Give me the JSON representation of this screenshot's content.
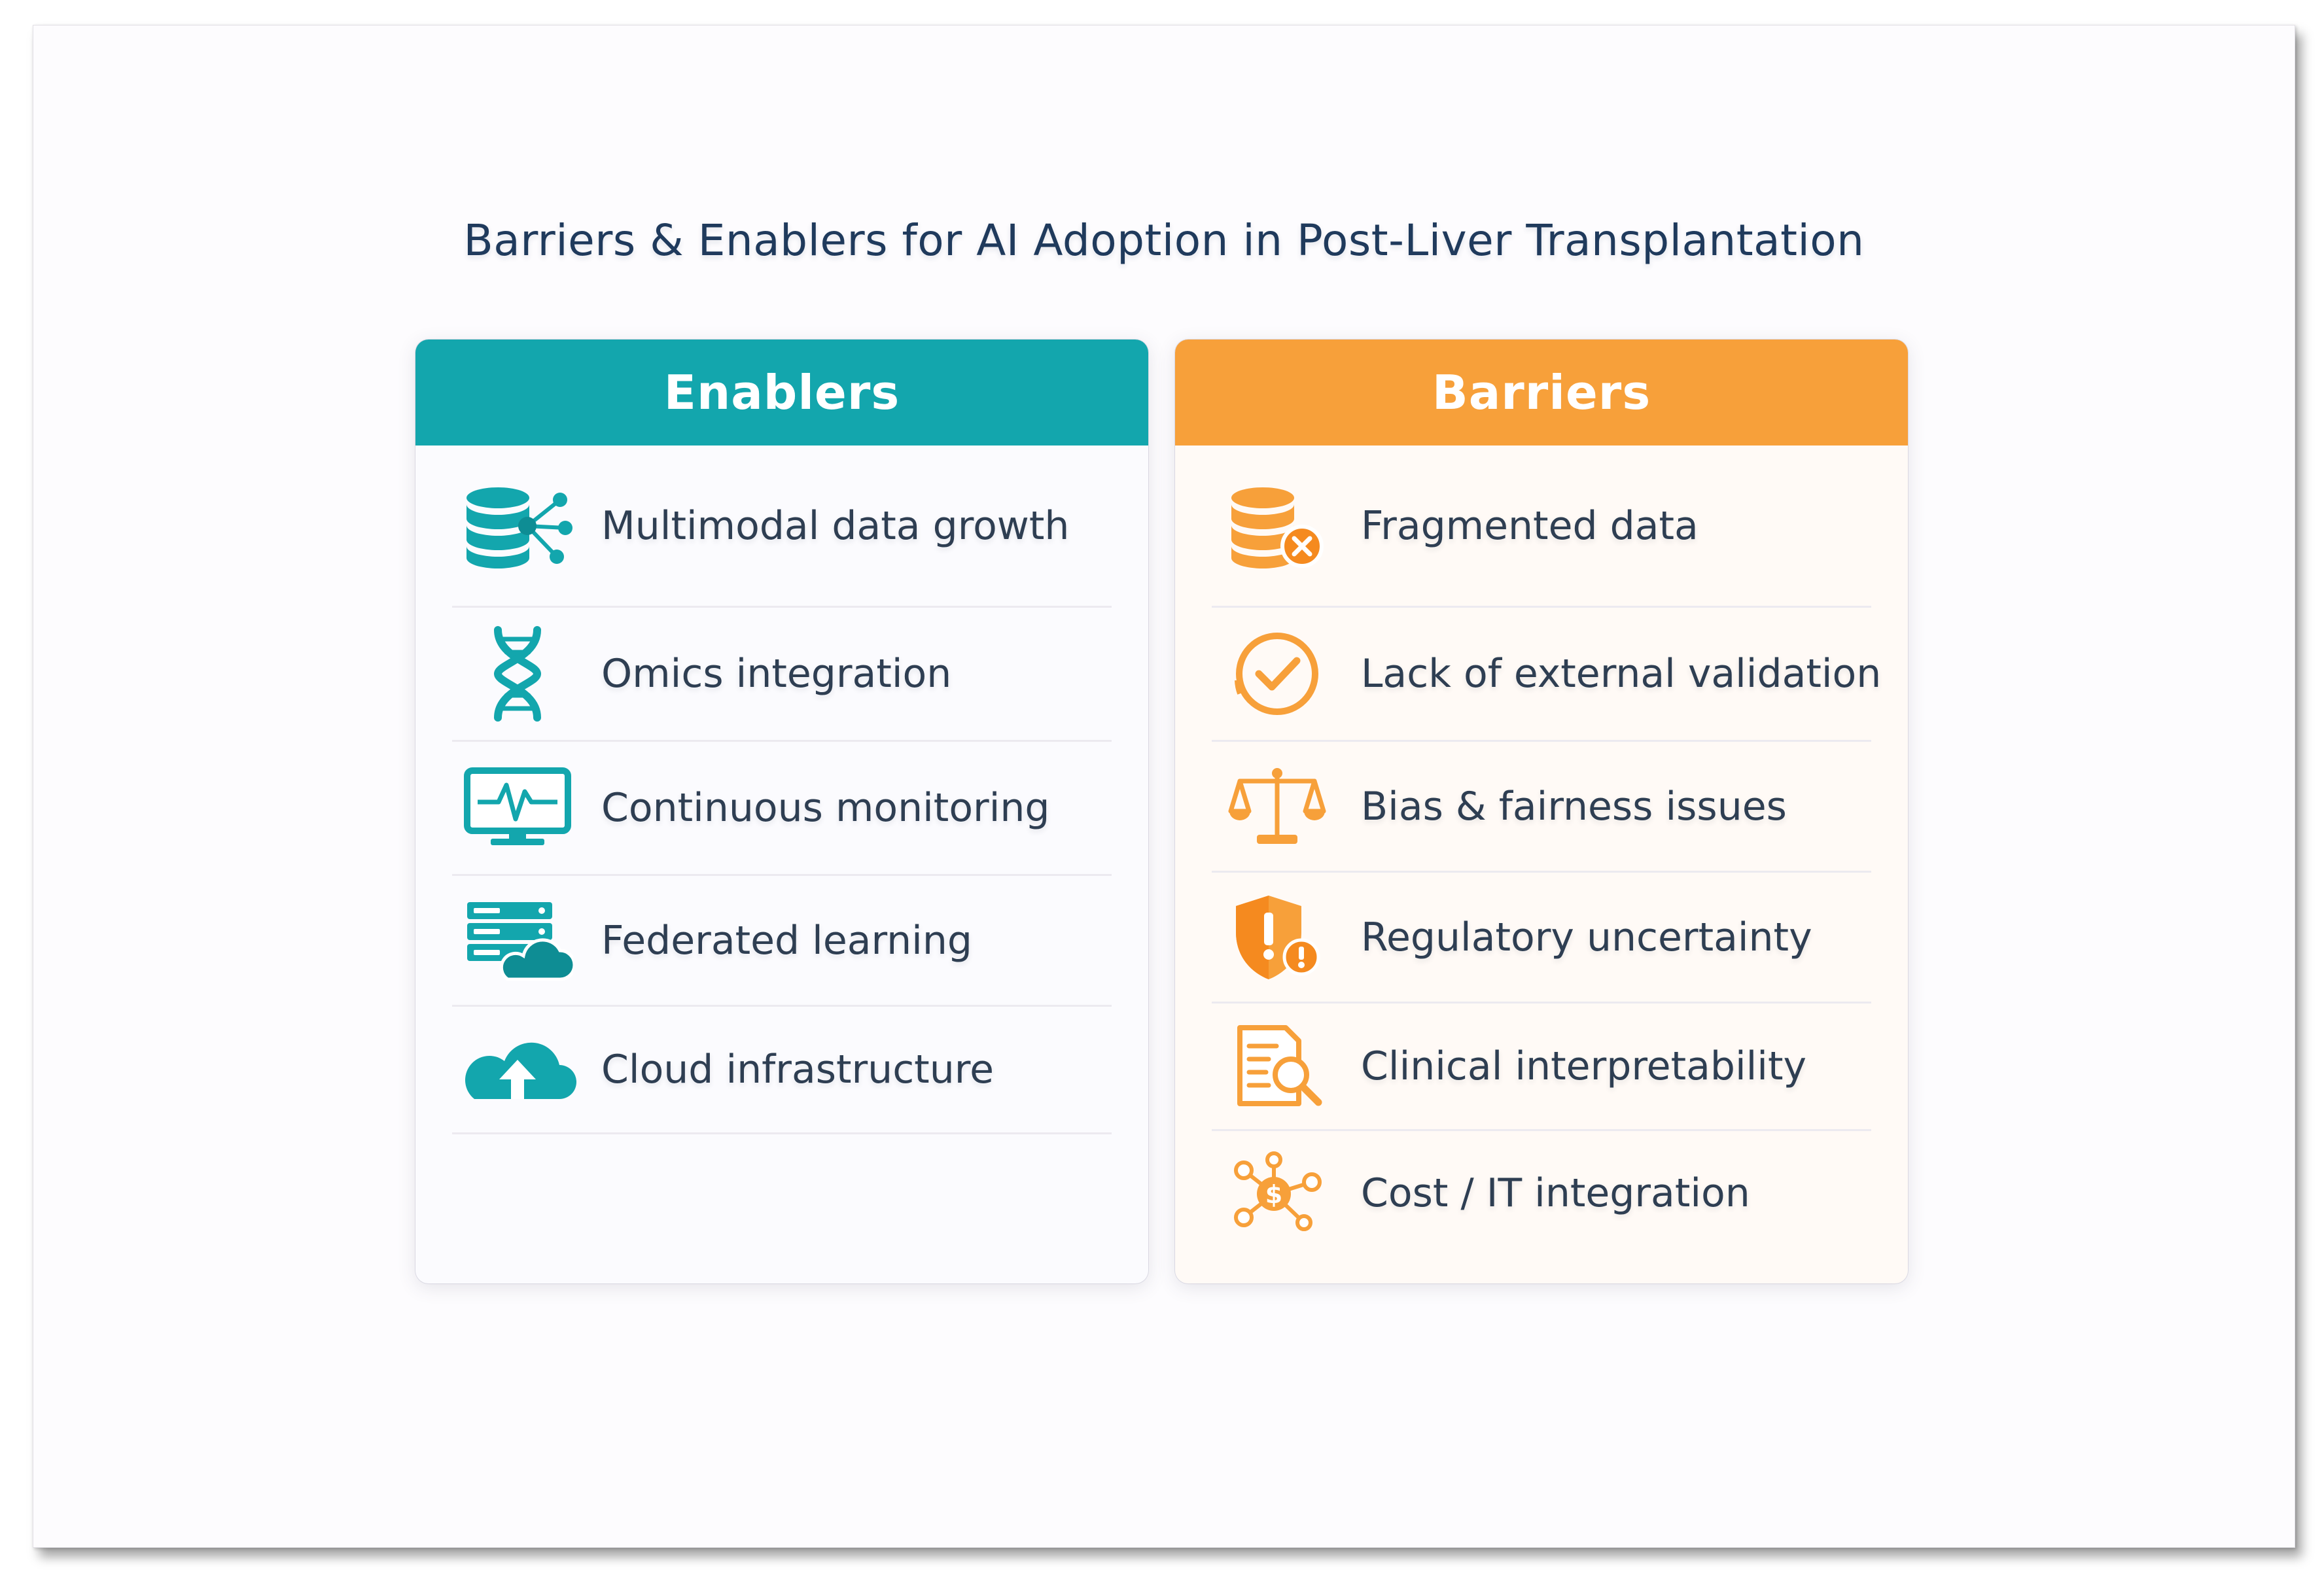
{
  "title": "Barriers & Enablers for AI Adoption in Post-Liver Transplantation",
  "colors": {
    "enablers_accent": "#13a6ad",
    "barriers_accent": "#f7a03a",
    "text": "#2e3e52",
    "title": "#1f3a5c"
  },
  "enablers": {
    "header": "Enablers",
    "items": [
      {
        "label": "Multimodal data growth",
        "icon": "database-network-icon"
      },
      {
        "label": "Omics integration",
        "icon": "dna-icon"
      },
      {
        "label": "Continuous monitoring",
        "icon": "monitor-heartbeat-icon"
      },
      {
        "label": "Federated learning",
        "icon": "server-cloud-icon"
      },
      {
        "label": "Cloud infrastructure",
        "icon": "cloud-upload-icon"
      }
    ]
  },
  "barriers": {
    "header": "Barriers",
    "items": [
      {
        "label": "Fragmented data",
        "icon": "database-error-icon"
      },
      {
        "label": "Lack of external validation",
        "icon": "check-circle-icon"
      },
      {
        "label": "Bias & fairness issues",
        "icon": "scales-icon"
      },
      {
        "label": "Regulatory uncertainty",
        "icon": "shield-warning-icon"
      },
      {
        "label": "Clinical interpretability",
        "icon": "document-search-icon"
      },
      {
        "label": "Cost / IT integration",
        "icon": "cost-network-icon"
      }
    ]
  }
}
